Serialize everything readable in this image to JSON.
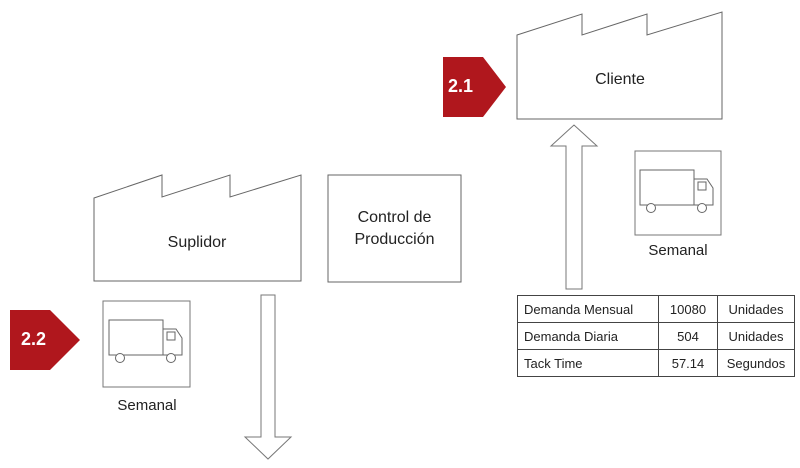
{
  "badges": {
    "b21": "2.1",
    "b22": "2.2"
  },
  "cliente": {
    "label": "Cliente"
  },
  "suplidor": {
    "label": "Suplidor"
  },
  "control": {
    "line1": "Control de",
    "line2": "Producción"
  },
  "truck_labels": {
    "cliente": "Semanal",
    "suplidor": "Semanal"
  },
  "metrics": [
    {
      "label": "Demanda Mensual",
      "value": "10080",
      "unit": "Unidades"
    },
    {
      "label": "Demanda Diaria",
      "value": "504",
      "unit": "Unidades"
    },
    {
      "label": "Tack Time",
      "value": "57.14",
      "unit": "Segundos"
    }
  ],
  "colors": {
    "badge": "#b0171d",
    "stroke": "#555555"
  },
  "icons": {
    "factory": "factory-icon",
    "truck": "truck-icon",
    "arrow": "arrow-icon"
  }
}
